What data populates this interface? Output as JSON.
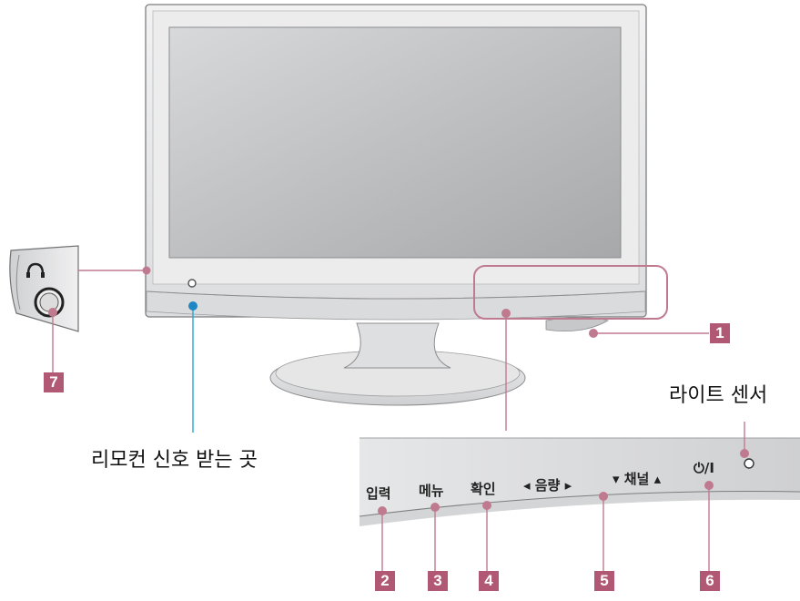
{
  "labels": {
    "remote_sensor": "리모컨 신호 받는 곳",
    "light_sensor": "라이트 센서"
  },
  "controls": {
    "input": "입력",
    "menu": "메뉴",
    "ok": "확인",
    "volume": "◂ 음량 ▸",
    "channel": "▾ 채널 ▴",
    "power": "⏻/I"
  },
  "callouts": [
    "1",
    "2",
    "3",
    "4",
    "5",
    "6",
    "7"
  ],
  "colors": {
    "callout": "#b05874",
    "leader": "#c07a90",
    "remote_line": "#29a6d8",
    "bezel": "#e4e5e6",
    "screen": "#b9babc"
  },
  "icons": {
    "headphone": "headphone-icon",
    "power": "power-icon"
  }
}
